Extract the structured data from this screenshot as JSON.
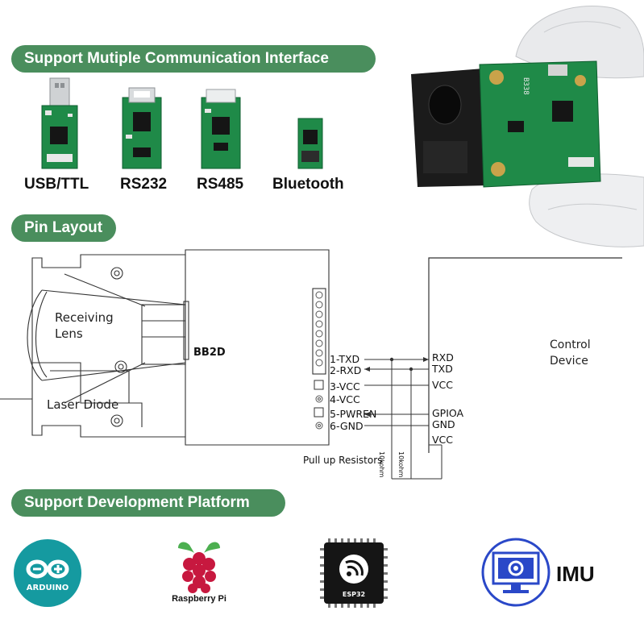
{
  "sections": {
    "comm_title": "Support Mutiple Communication Interface",
    "pin_title": "Pin Layout",
    "platform_title": "Support Development Platform"
  },
  "modules": [
    {
      "label": "USB/TTL"
    },
    {
      "label": "RS232"
    },
    {
      "label": "RS485"
    },
    {
      "label": "Bluetooth"
    }
  ],
  "diagram": {
    "receiving_lens": [
      "Receiving",
      "Lens"
    ],
    "laser_diode": "Laser Diode",
    "module_name": "BB2D",
    "module_pins": [
      "1-TXD",
      "2-RXD",
      "3-VCC",
      "4-VCC",
      "5-PWREN",
      "6-GND"
    ],
    "control_device": [
      "Control",
      "Device"
    ],
    "control_pins": [
      "RXD",
      "TXD",
      "VCC",
      "GPIOA",
      "GND",
      "VCC"
    ],
    "resistor_labels": [
      "10kohm",
      "10kohm"
    ],
    "pullup_label": "Pull up Resistors"
  },
  "platforms": {
    "arduino": "ARDUINO",
    "raspberry": "Raspberry Pi",
    "esp32": "ESP32",
    "imu": "IMU"
  },
  "photo": {
    "board_text": "B338"
  },
  "colors": {
    "accent_green": "#4a8e5d",
    "pcb_green": "#1f8a48",
    "arduino_teal": "#159aa0",
    "raspberry_red": "#c7183f",
    "imu_blue": "#2a48c8"
  }
}
